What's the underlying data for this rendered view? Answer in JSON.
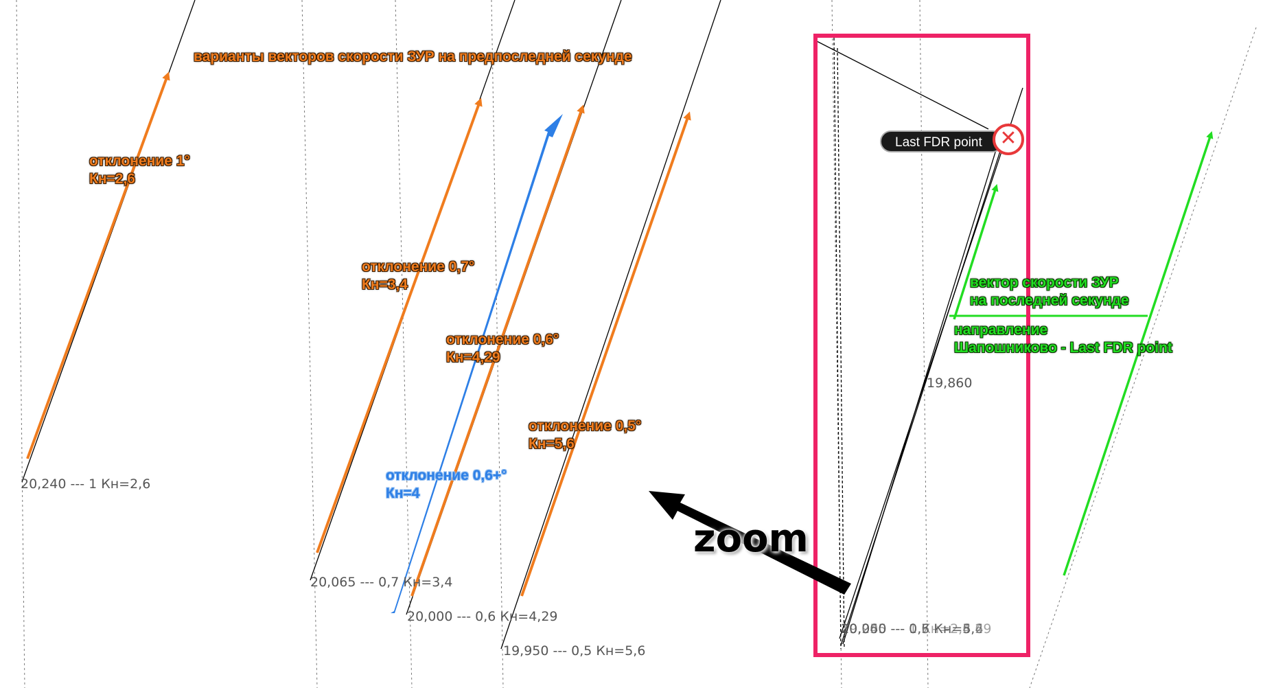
{
  "colors": {
    "orange": "#f07c1e",
    "blue": "#2d7fe6",
    "green": "#22dd22",
    "frame": "#ee2266",
    "track": "#000000",
    "marker": "#e8383a"
  },
  "title": "варианты векторов скорости ЗУР на предпоследней секунде",
  "vectors": [
    {
      "line1": "отклонение 1°",
      "line2": "Кн=2,6",
      "track": "20,240 --- 1 Кн=2,6"
    },
    {
      "line1": "отклонение 0,7°",
      "line2": "Кн=3,4",
      "track": "20,065 --- 0,7 Кн=3,4"
    },
    {
      "line1": "отклонение 0,6°",
      "line2": "Кн=4,29",
      "track": "20,000 --- 0,6 Кн=4,29"
    },
    {
      "line1": "отклонение 0,5°",
      "line2": "Кн=5,6",
      "track": "19,950 --- 0,5 Кн=5,6"
    }
  ],
  "blue_vector": {
    "line1": "отклонение 0,6+°",
    "line2": "Кн=4"
  },
  "last_second": {
    "line1": "вектор скорости ЗУР",
    "line2": "на последней секунде"
  },
  "direction": {
    "line1": "направление",
    "line2": "Шапошниково - Last FDR point"
  },
  "last_fdr_point": "Last FDR point",
  "marker_icon": "close-icon",
  "track_point": "19,860",
  "overlap_labels": [
    "20,240 --- 1 Кн=2,6",
    "20,065 --- 0,7 Кн=3,4",
    "20,000 --- 0,6 Кн=4,29",
    "19,950 --- 0,5 Кн=5,6"
  ],
  "zoom": "zoom"
}
